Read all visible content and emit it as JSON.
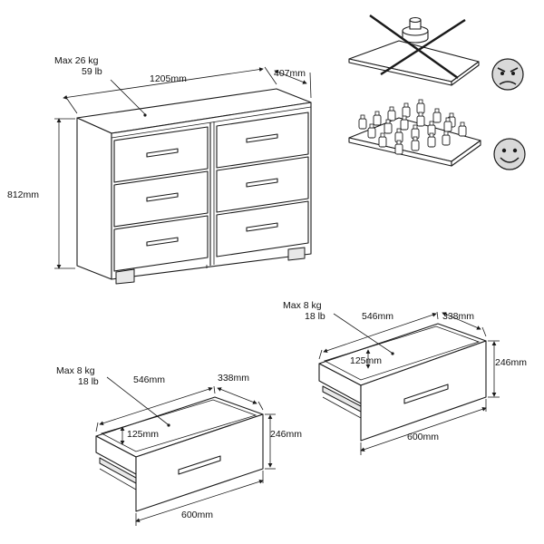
{
  "dresser": {
    "max_kg": "Max 26 kg",
    "max_lb": "59 lb",
    "width": "1205mm",
    "depth": "407mm",
    "height": "812mm"
  },
  "drawer_left": {
    "max_kg": "Max 8 kg",
    "max_lb": "18 lb",
    "inner_width": "546mm",
    "inner_depth": "338mm",
    "inner_height": "125mm",
    "height": "246mm",
    "width": "600mm"
  },
  "drawer_right": {
    "max_kg": "Max 8 kg",
    "max_lb": "18 lb",
    "inner_width": "546mm",
    "inner_depth": "338mm",
    "inner_height": "125mm",
    "height": "246mm",
    "width": "600mm"
  },
  "icons": {
    "wrong": "angry-face-icon",
    "right": "happy-face-icon"
  }
}
